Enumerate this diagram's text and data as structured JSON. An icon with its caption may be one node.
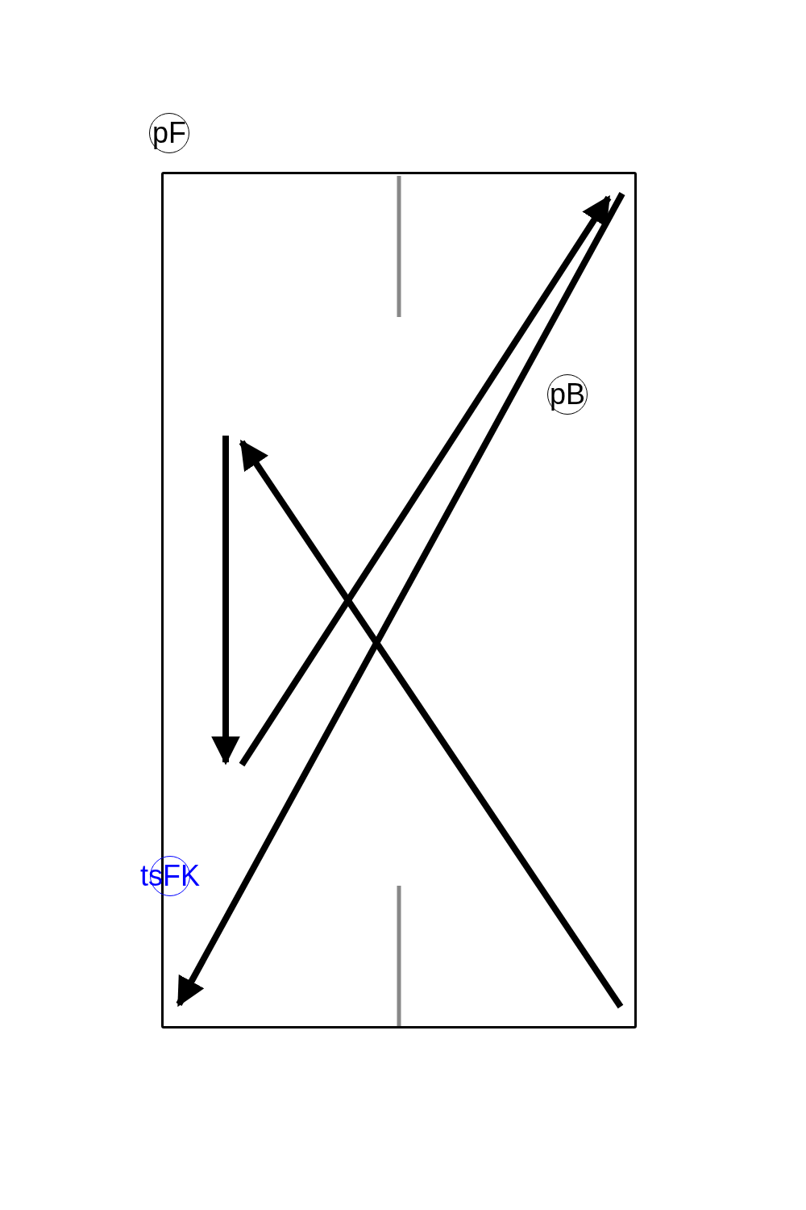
{
  "diagram": {
    "nodes": [
      {
        "text": [],
        "shape": "box"
      },
      {
        "text": [
          "pF"
        ]
      },
      {
        "text": [
          "pB"
        ],
        "in": 0
      },
      {
        "text": [
          "tsFK"
        ]
      }
    ]
  }
}
